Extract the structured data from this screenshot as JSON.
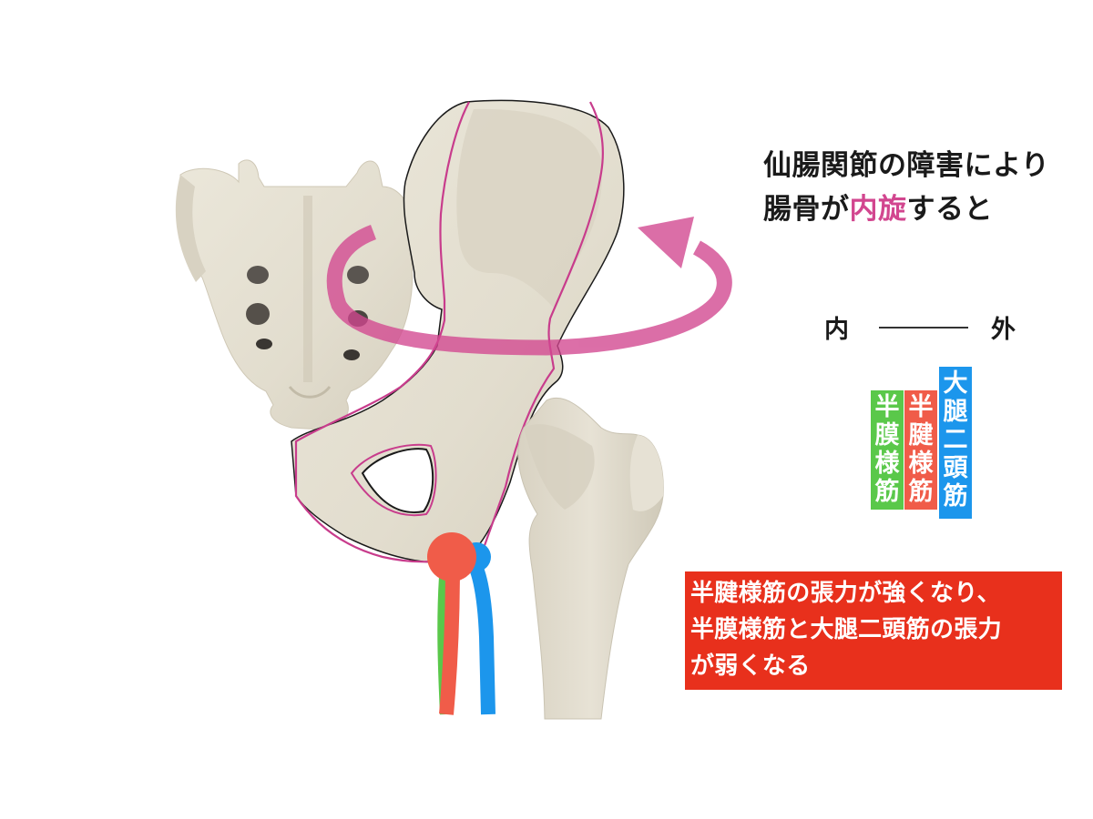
{
  "headline": {
    "line1": "仙腸関節の障害により",
    "line2_prefix": "腸骨が",
    "line2_accent": "内旋",
    "line2_suffix": "すると"
  },
  "axis": {
    "inner_label": "内",
    "outer_label": "外"
  },
  "muscle_tags": [
    {
      "name": "半膜様筋",
      "chars": [
        "半",
        "膜",
        "様",
        "筋"
      ],
      "color": "#5ac84a"
    },
    {
      "name": "半腱様筋",
      "chars": [
        "半",
        "腱",
        "様",
        "筋"
      ],
      "color": "#f05c49"
    },
    {
      "name": "大腿二頭筋",
      "chars": [
        "大",
        "腿",
        "二",
        "頭",
        "筋"
      ],
      "color": "#1c96ec"
    }
  ],
  "callout": {
    "lines": [
      "半腱様筋の張力が強くなり、",
      "半膜様筋と大腿二頭筋の張力",
      "が弱くなる"
    ],
    "background": "#e8301c"
  },
  "colors": {
    "rotation_arrow": "#d2468f",
    "ilium_outline": "#c83c8c",
    "bone": "#e6e1d3"
  },
  "illustration": {
    "structures": [
      "sacrum",
      "ilium",
      "ischium",
      "femur",
      "rotation-arrow",
      "hamstring-tendons"
    ]
  }
}
